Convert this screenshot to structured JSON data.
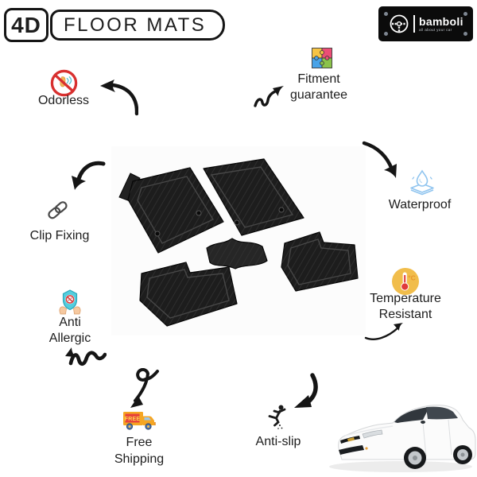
{
  "header": {
    "badge": "4D",
    "title": "FLOOR MATS"
  },
  "logo": {
    "brand": "bamboli",
    "tagline": "all about your car"
  },
  "features": {
    "odorless": {
      "label": "Odorless"
    },
    "fitment": {
      "line1": "Fitment",
      "line2": "guarantee"
    },
    "waterproof": {
      "label": "Waterproof"
    },
    "temperature": {
      "line1": "Temperature",
      "line2": "Resistant",
      "icon_text": "°C"
    },
    "clip_fixing": {
      "label": "Clip Fixing"
    },
    "anti_allergic": {
      "line1": "Anti",
      "line2": "Allergic"
    },
    "free_shipping": {
      "line1": "Free",
      "line2": "Shipping",
      "truck_label": "FREE"
    },
    "anti_slip": {
      "label": "Anti-slip"
    }
  },
  "product": {
    "description": "5-piece black 4D car floor mat set"
  },
  "vehicle": {
    "description": "white sedan"
  },
  "colors": {
    "text": "#1d1d1d",
    "arrow": "#151515",
    "logo_bg": "#0b0b0b",
    "prohibition_red": "#d8302f",
    "waterproof_blue": "#8fc4ef",
    "temperature_yellow": "#f1bd4b",
    "shield_teal": "#54cede",
    "truck_orange": "#f5a623",
    "puzzle_yellow": "#f6c445",
    "puzzle_pink": "#ec4e76",
    "puzzle_blue": "#49a3e8",
    "puzzle_green": "#8bc34a",
    "mat_black": "#1d1d1d",
    "emblem_gold": "#c79a2e"
  }
}
